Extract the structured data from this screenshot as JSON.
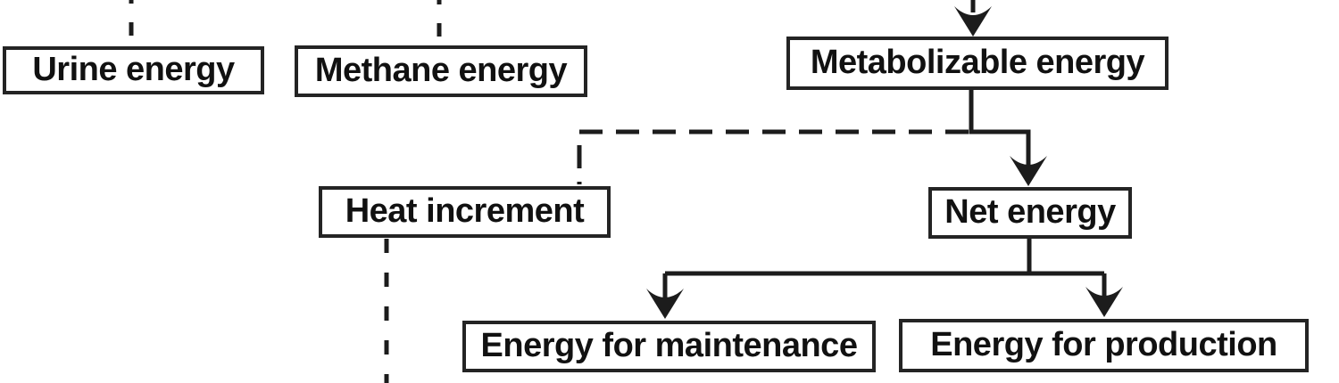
{
  "diagram": {
    "nodes": {
      "urine": {
        "label": "Urine energy"
      },
      "methane": {
        "label": "Methane energy"
      },
      "metabolizable": {
        "label": "Metabolizable energy"
      },
      "heat": {
        "label": "Heat increment"
      },
      "net": {
        "label": "Net energy"
      },
      "maintenance": {
        "label": "Energy for maintenance"
      },
      "production": {
        "label": "Energy for production"
      }
    },
    "edges": [
      {
        "from": "frame-top",
        "to": "urine",
        "style": "dashed"
      },
      {
        "from": "frame-top",
        "to": "methane",
        "style": "dashed"
      },
      {
        "from": "frame-top",
        "to": "metabolizable",
        "style": "solid-arrow"
      },
      {
        "from": "metabolizable",
        "to": "net",
        "style": "solid-arrow"
      },
      {
        "from": "metabolizable",
        "to": "heat",
        "style": "dashed"
      },
      {
        "from": "heat",
        "to": "frame-bottom",
        "style": "dashed"
      },
      {
        "from": "net",
        "to": "maintenance",
        "style": "solid-arrow"
      },
      {
        "from": "net",
        "to": "production",
        "style": "solid-arrow"
      }
    ],
    "colors": {
      "line": "#1c1c1c",
      "box_border": "#242424",
      "box_fill": "#ffffff",
      "text": "#111111",
      "background": "#ffffff"
    }
  }
}
